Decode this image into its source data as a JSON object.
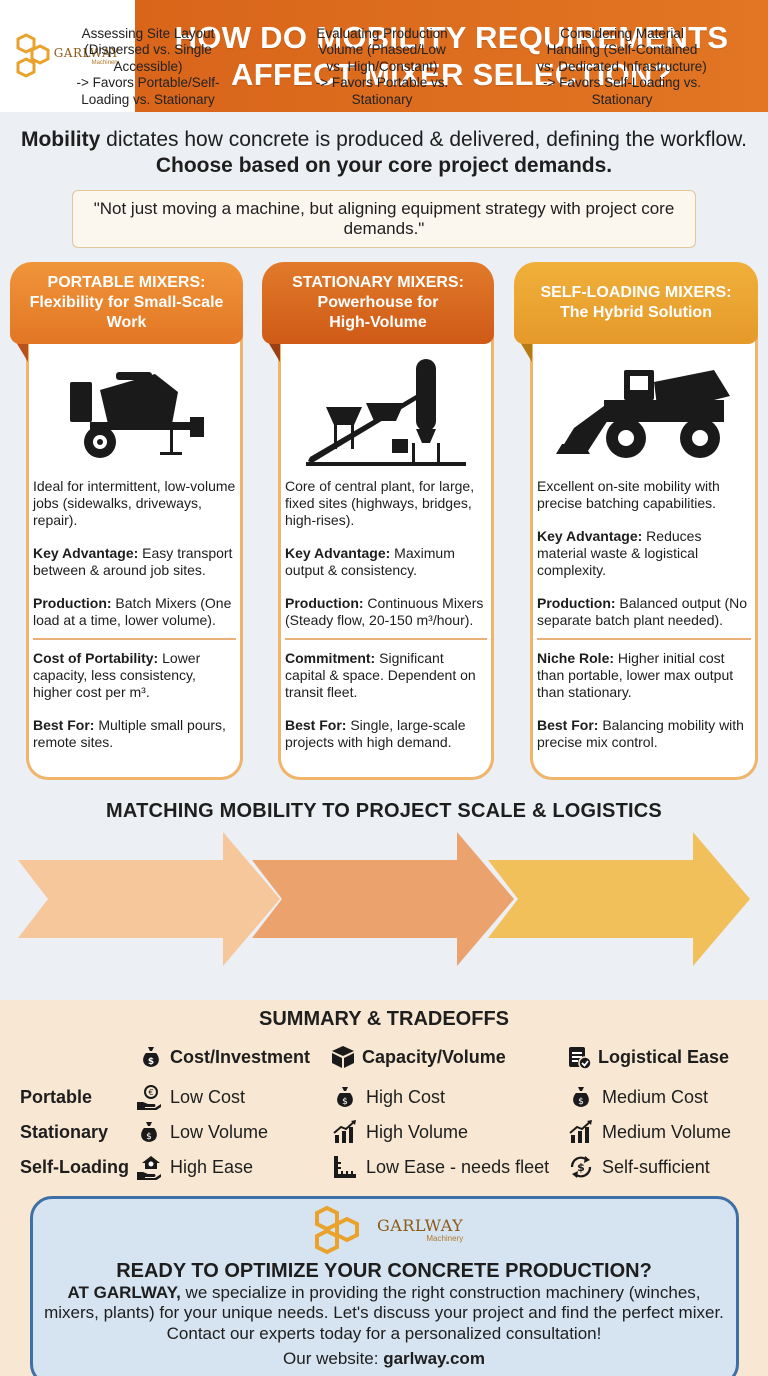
{
  "brand": {
    "name": "GARLWAY",
    "sub": "Machinery"
  },
  "header": {
    "title": "HOW DO MOBILITY REQUIREMENTS\nAFFECT MIXER SELECTION?"
  },
  "intro": {
    "bold1": "Mobility",
    "text1": " dictates how concrete is produced & delivered, defining the workflow. ",
    "bold2": "Choose based on your core project demands."
  },
  "quote": "\"Not just moving a machine, but aligning equipment strategy with project core demands.\"",
  "colors": {
    "orange_light": "#ec8a2e",
    "orange_dark": "#d9651a",
    "amber": "#e9a22c",
    "navy": "#3e6fa6"
  },
  "cards": [
    {
      "title": "PORTABLE MIXERS:\nFlexibility for Small-Scale\nWork",
      "icon": "portable-mixer-icon",
      "intro": "Ideal for intermittent, low-volume jobs (sidewalks, driveways, repair).",
      "adv_label": "Key Advantage:",
      "adv_text": " Easy transport between & around job sites.",
      "prod_label": "Production:",
      "prod_text": " Batch Mixers (One load at a time, lower volume).",
      "c_label": "Cost of Portability:",
      "c_text": " Lower capacity, less consistency, higher cost per m³.",
      "best_label": "Best For:",
      "best_text": " Multiple small pours, remote sites."
    },
    {
      "title": "STATIONARY MIXERS:\nPowerhouse for\nHigh-Volume",
      "icon": "batch-plant-icon",
      "intro": "Core of central plant, for large, fixed sites (highways, bridges, high-rises).",
      "adv_label": "Key Advantage:",
      "adv_text": " Maximum output & consistency.",
      "prod_label": "Production:",
      "prod_text": " Continuous Mixers (Steady flow, 20-150 m³/hour).",
      "c_label": "Commitment:",
      "c_text": " Significant capital & space. Dependent on transit fleet.",
      "best_label": "Best For:",
      "best_text": " Single, large-scale projects with high demand."
    },
    {
      "title": "SELF-LOADING MIXERS:\nThe Hybrid Solution",
      "icon": "self-loading-mixer-icon",
      "intro": "Excellent on-site mobility with precise batching capabilities.",
      "adv_label": "Key Advantage:",
      "adv_text": " Reduces material waste & logistical complexity.",
      "prod_label": "Production:",
      "prod_text": " Balanced output (No separate batch plant needed).",
      "c_label": "Niche Role:",
      "c_text": " Higher initial cost than portable, lower max output than stationary.",
      "best_label": "Best For:",
      "best_text": " Balancing mobility with precise mix control."
    }
  ],
  "matching": {
    "title": "MATCHING MOBILITY TO PROJECT SCALE & LOGISTICS",
    "steps": [
      "Assessing Site Layout\n(Dispersed vs. Single\nAccessible)\n-> Favors Portable/Self-\nLoading vs. Stationary",
      "Evaluating Production\nVolume (Phased/Low\nvs. High/Constant)\n-> Favors Portable vs.\nStationary",
      "Considering Material\nHandling (Self-Contained\nvs. Dedicated Infrastructure)\n-> Favors Self-Loading vs.\nStationary"
    ]
  },
  "summary": {
    "title": "SUMMARY & TRADEOFFS",
    "columns": [
      {
        "label": "Cost/Investment",
        "icon": "money-bag-icon"
      },
      {
        "label": "Capacity/Volume",
        "icon": "box-icon"
      },
      {
        "label": "Logistical Ease",
        "icon": "checklist-icon"
      }
    ],
    "rows": [
      {
        "label": "Portable",
        "cells": [
          {
            "text": "Low Cost",
            "icon": "hand-coin-icon"
          },
          {
            "text": "High Cost",
            "icon": "money-bag-icon"
          },
          {
            "text": "Medium Cost",
            "icon": "money-bag-icon"
          }
        ]
      },
      {
        "label": "Stationary",
        "cells": [
          {
            "text": "Low Volume",
            "icon": "money-bag-icon"
          },
          {
            "text": "High Volume",
            "icon": "growth-chart-icon"
          },
          {
            "text": "Medium Volume",
            "icon": "growth-chart-icon"
          }
        ]
      },
      {
        "label": "Self-Loading",
        "cells": [
          {
            "text": "High Ease",
            "icon": "hand-house-icon"
          },
          {
            "text": "Low Ease - needs fleet",
            "icon": "ruler-icon"
          },
          {
            "text": "Self-sufficient",
            "icon": "cycle-dollar-icon"
          }
        ]
      }
    ]
  },
  "cta": {
    "title": "READY TO OPTIMIZE YOUR CONCRETE PRODUCTION?",
    "bold": "AT GARLWAY,",
    "text": " we specialize in providing the right construction machinery (winches, mixers, plants) for your unique needs. Let's discuss your project and find the perfect mixer. Contact our experts today for a personalized consultation!",
    "web_label": "Our website: ",
    "web_url": "garlway.com"
  }
}
